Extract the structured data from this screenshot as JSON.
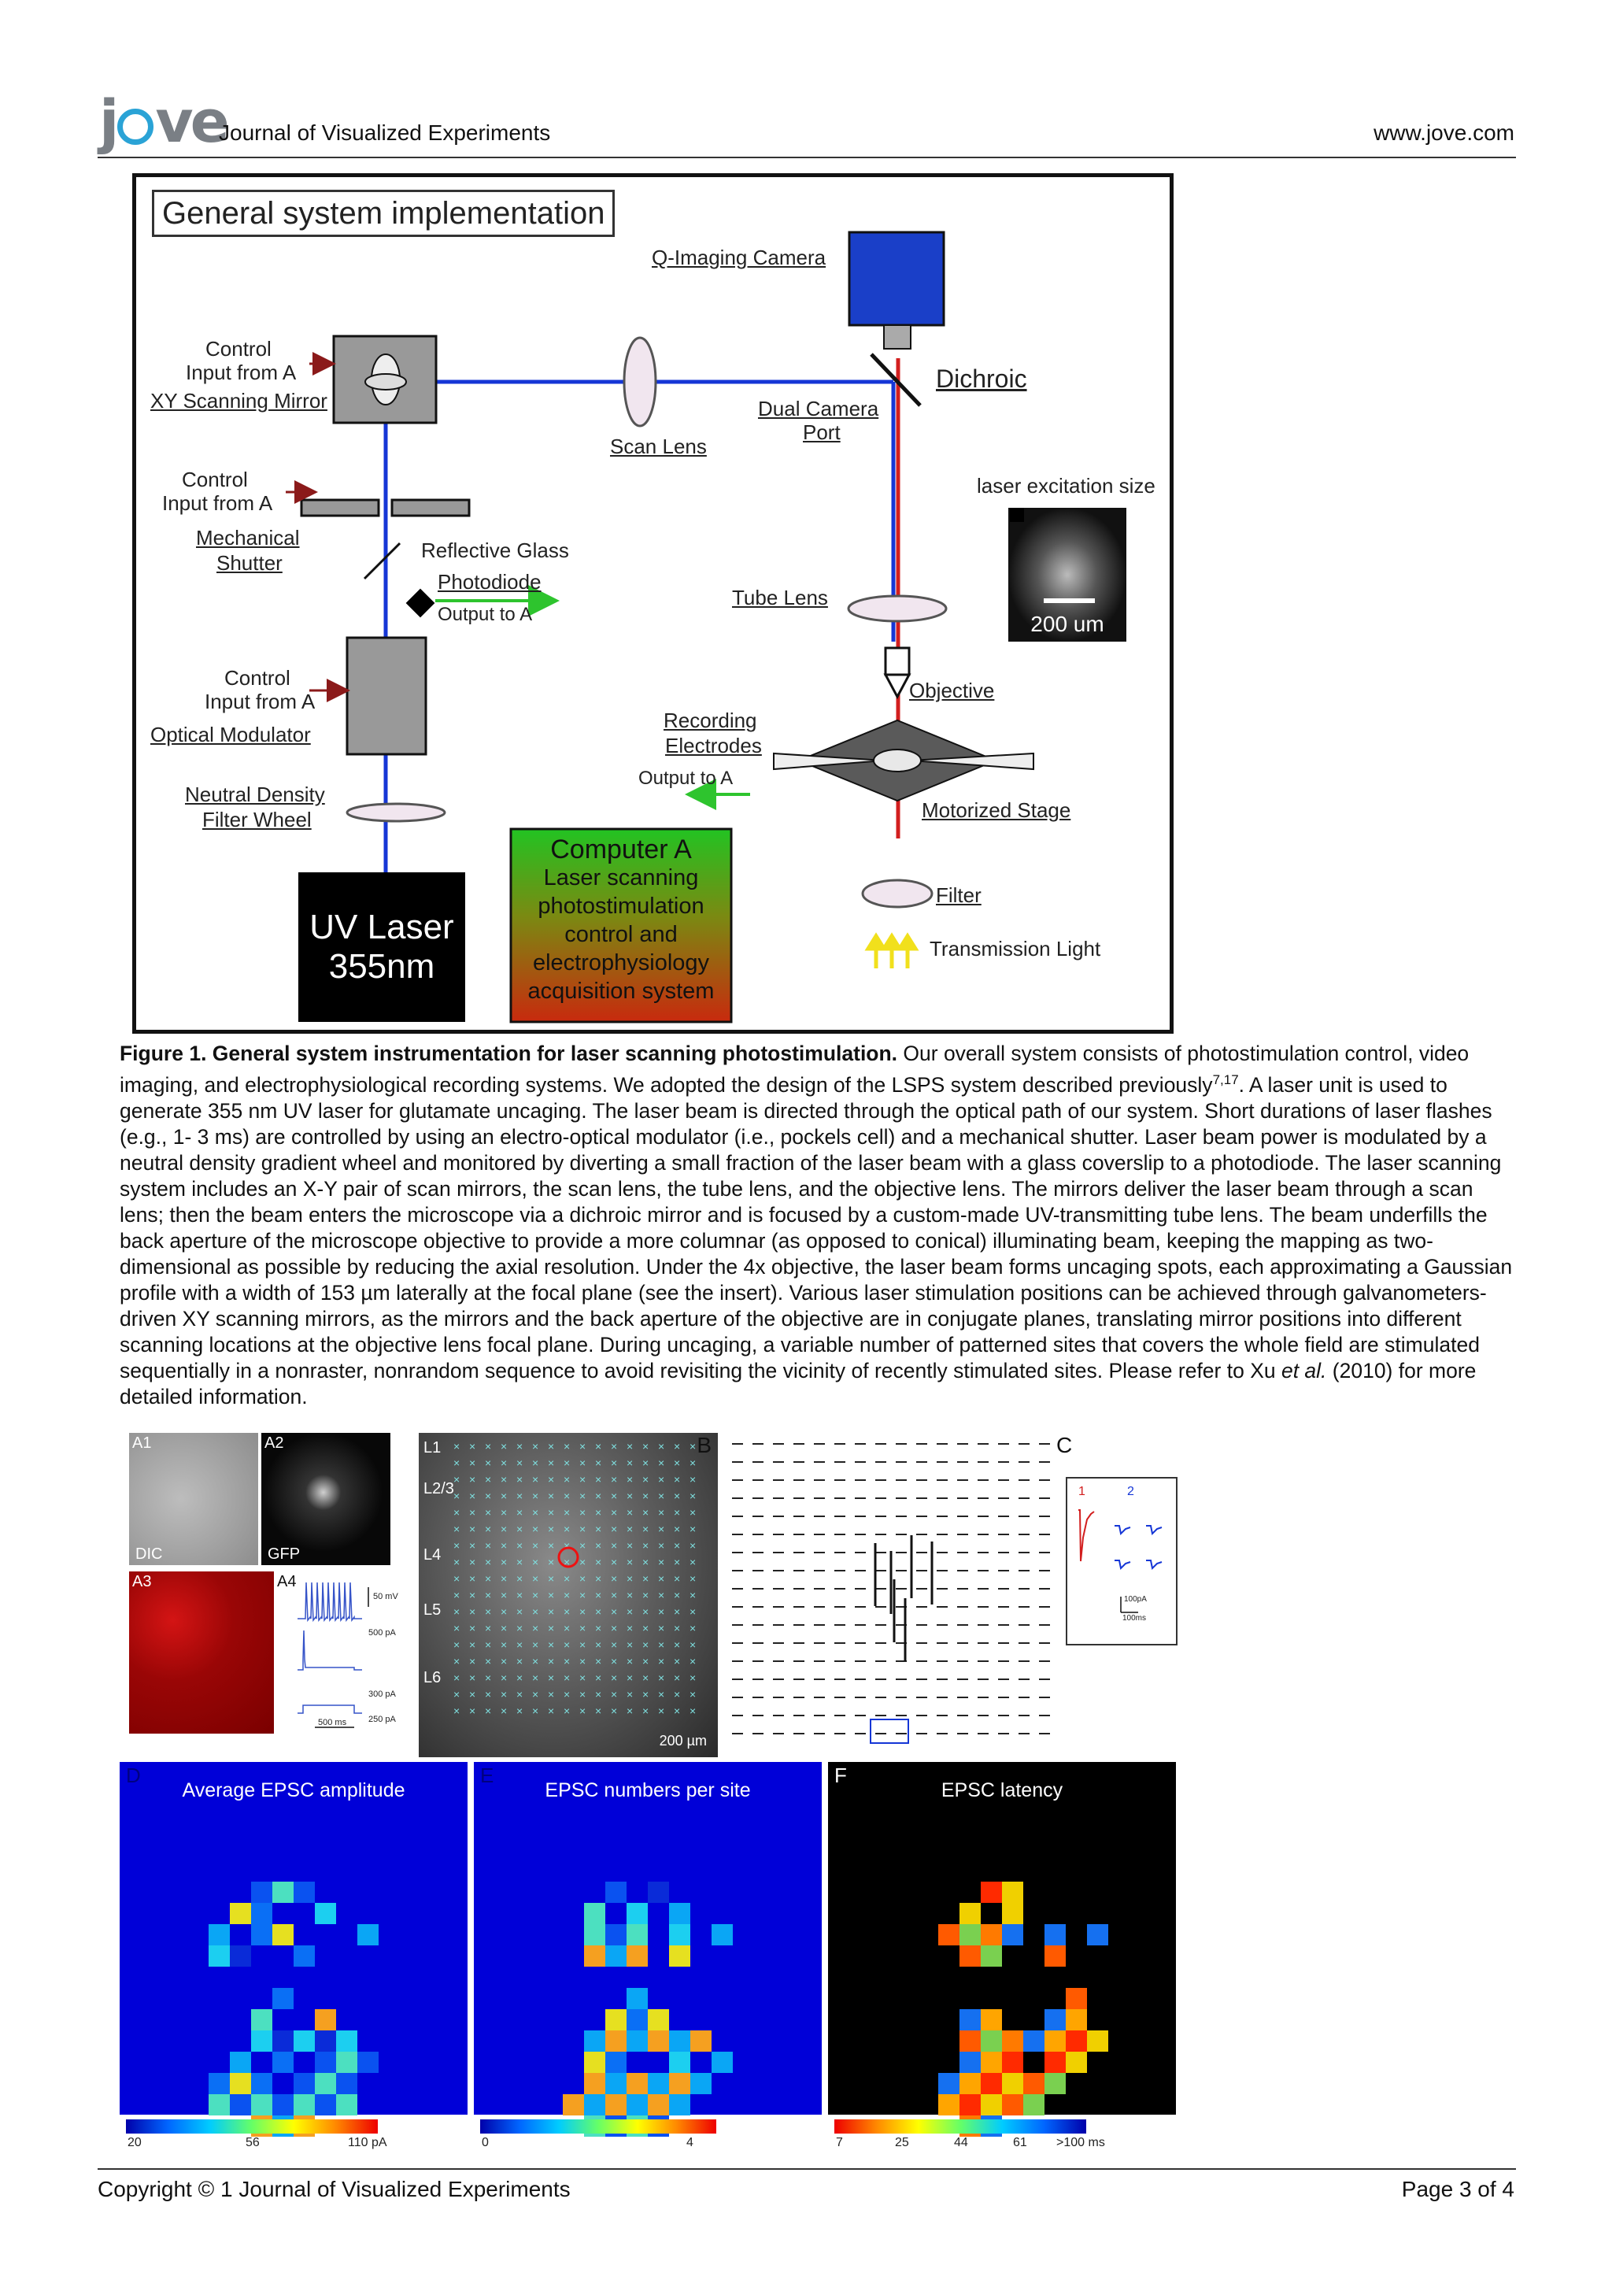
{
  "header": {
    "logo": "jove",
    "journal": "Journal of Visualized Experiments",
    "site": "www.jove.com"
  },
  "figure1": {
    "title": "General system implementation",
    "camera": "Q-Imaging Camera",
    "dichroic": "Dichroic",
    "dual_camera_port_1": "Dual Camera",
    "dual_camera_port_2": "Port",
    "scan_lens": "Scan Lens",
    "control_input_1": "Control",
    "control_input_2": "Input from A",
    "xy_mirror": "XY Scanning Mirror",
    "mech_shutter_1": "Mechanical",
    "mech_shutter_2": "Shutter",
    "reflective_glass": "Reflective Glass",
    "photodiode": "Photodiode",
    "output_to_a": "Output to A",
    "optical_modulator": "Optical Modulator",
    "nd_filter_1": "Neutral Density",
    "nd_filter_2": "Filter Wheel",
    "uv_laser_1": "UV Laser",
    "uv_laser_2": "355nm",
    "computer_lines": [
      "Computer A",
      "Laser scanning",
      "photostimulation",
      "control and",
      "electrophysiology",
      "acquisition system"
    ],
    "laser_excitation": "laser excitation size",
    "scale_200": "200 um",
    "tube_lens": "Tube Lens",
    "objective": "Objective",
    "recording_1": "Recording",
    "recording_2": "Electrodes",
    "motorized_stage": "Motorized Stage",
    "filter": "Filter",
    "transmission": "Transmission Light"
  },
  "caption": {
    "bold": "Figure 1. General system instrumentation for laser scanning photostimulation.",
    "part1": " Our overall system consists of photostimulation control, video imaging, and electrophysiological recording systems. We adopted the design of the LSPS system described previously",
    "sup": "7,17",
    "part2": ". A laser unit is used to generate 355 nm UV laser for glutamate uncaging. The laser beam is directed through the optical path of our system. Short durations of laser flashes (e.g., 1- 3 ms) are controlled by using an electro-optical modulator (i.e., pockels cell) and a mechanical shutter. Laser beam power is modulated by a neutral density gradient wheel and monitored by diverting a small fraction of the laser beam with a glass coverslip to a photodiode. The laser scanning system includes an X-Y pair of scan mirrors, the scan lens, the tube lens, and the objective lens. The mirrors deliver the laser beam through a scan lens; then the beam enters the microscope via a dichroic mirror and is focused by a custom-made UV-transmitting tube lens. The beam underfills the back aperture of the microscope objective to provide a more columnar (as opposed to conical) illuminating beam, keeping the mapping as two-dimensional as possible by reducing the axial resolution. Under the 4x objective, the laser beam forms uncaging spots, each approximating a Gaussian profile with a width of 153 µm laterally at the focal plane (see the insert). Various laser stimulation positions can be achieved through galvanometers-driven XY scanning mirrors, as the mirrors and the back aperture of the objective are in conjugate planes, translating mirror positions into different scanning locations at the objective lens focal plane. During uncaging, a variable number of patterned sites that covers the whole field are stimulated sequentially in a nonraster, nonrandom sequence to avoid revisiting the vicinity of recently stimulated sites. Please refer to Xu ",
    "italic": "et al.",
    "part3": " (2010) for more detailed information."
  },
  "figure2": {
    "a1": "A1",
    "a2": "A2",
    "a3": "A3",
    "a4": "A4",
    "dic": "DIC",
    "gfp": "GFP",
    "mv50": "50 mV",
    "pa500": "500 pA",
    "pa300": "300 pA",
    "pa250": "250 pA",
    "ms500": "500 ms",
    "b": "B",
    "layers": [
      "L1",
      "L2/3",
      "L4",
      "L5",
      "L6"
    ],
    "scale_b": "200 µm",
    "c": "C",
    "c1": "1",
    "c2": "2",
    "c_scale_pa": "100pA",
    "c_scale_ms": "100ms",
    "heatmaps": [
      {
        "letter": "D",
        "title": "Average EPSC amplitude",
        "ticks": [
          "20",
          "56",
          "110 pA"
        ]
      },
      {
        "letter": "E",
        "title": "EPSC numbers per site",
        "ticks": [
          "0",
          "4"
        ]
      },
      {
        "letter": "F",
        "title": "EPSC latency",
        "ticks": [
          "7",
          "25",
          "44",
          "61",
          ">100 ms"
        ]
      }
    ]
  },
  "footer": {
    "copyright": "Copyright © 1 Journal of Visualized Experiments",
    "page": "Page 3 of 4"
  }
}
